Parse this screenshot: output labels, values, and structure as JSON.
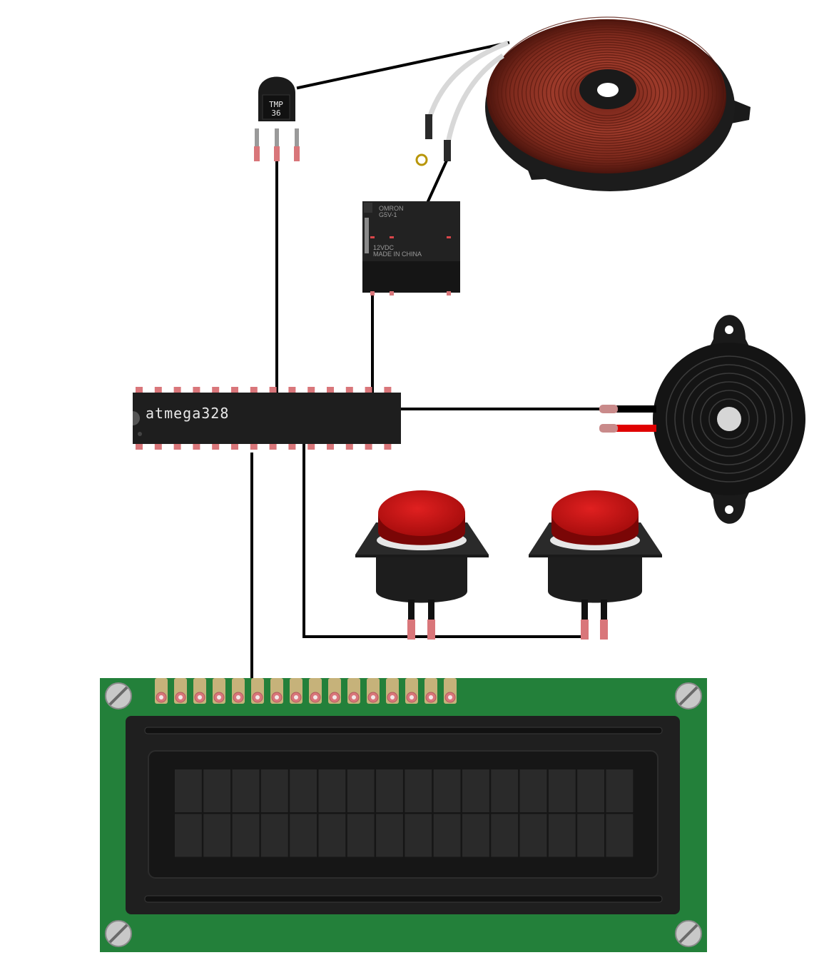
{
  "sensor": {
    "label_line1": "TMP",
    "label_line2": "36"
  },
  "relay": {
    "brand": "OMRON",
    "model": "G5V-1",
    "voltage": "12VDC",
    "origin": "MADE IN CHINA"
  },
  "microcontroller": {
    "label": "atmega328",
    "pins_per_side": 14
  },
  "lcd": {
    "header_pins": 16,
    "columns": 16,
    "rows": 2
  },
  "colors": {
    "wire": "#000000",
    "pcb_green": "#23803a",
    "button_red": "#c81414",
    "coil_copper": "#8a2d20",
    "pin_pink": "#d9767a",
    "buzzer_red_lead": "#e00000"
  }
}
